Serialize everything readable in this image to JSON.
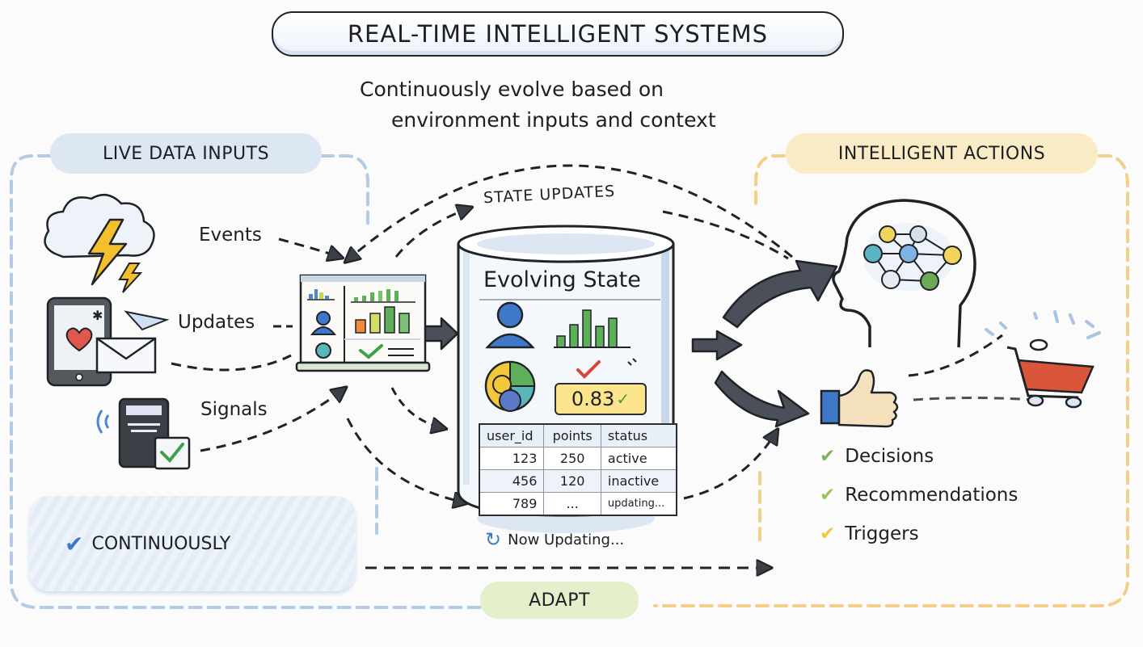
{
  "title": "REAL-TIME INTELLIGENT SYSTEMS",
  "subtitle": [
    "Continuously evolve based on",
    "environment inputs and context"
  ],
  "sections": {
    "inputs": {
      "label": "LIVE DATA INPUTS",
      "color": "#a9c3e3",
      "items": [
        {
          "label": "Events",
          "icon": "storm-cloud-lightning-icon"
        },
        {
          "label": "Updates",
          "icon": "tablet-mail-icon"
        },
        {
          "label": "Signals",
          "icon": "device-signal-icon"
        }
      ],
      "footer": "CONTINUOUSLY"
    },
    "actions": {
      "label": "INTELLIGENT ACTIONS",
      "color": "#f2d08a",
      "items": [
        {
          "label": "Decisions",
          "check_color": "#7fb05a"
        },
        {
          "label": "Recommendations",
          "check_color": "#9dc05a"
        },
        {
          "label": "Triggers",
          "check_color": "#f0c840"
        }
      ]
    }
  },
  "loop_label": "STATE UPDATES",
  "state_store": {
    "title": "Evolving State",
    "score": "0.83",
    "table": {
      "columns": [
        "user_id",
        "points",
        "status"
      ],
      "rows": [
        [
          "123",
          "250",
          "active"
        ],
        [
          "456",
          "120",
          "inactive"
        ],
        [
          "789",
          "...",
          "updating..."
        ]
      ]
    },
    "status": "Now Updating..."
  },
  "bottom_label": "ADAPT",
  "colors": {
    "ink": "#1f2226",
    "arrow_fill": "#4a4f5a",
    "blue_accent": "#3f78c9",
    "green_bar": "#5fae5a",
    "red_check": "#d9443a",
    "cart_red": "#d9563a"
  }
}
